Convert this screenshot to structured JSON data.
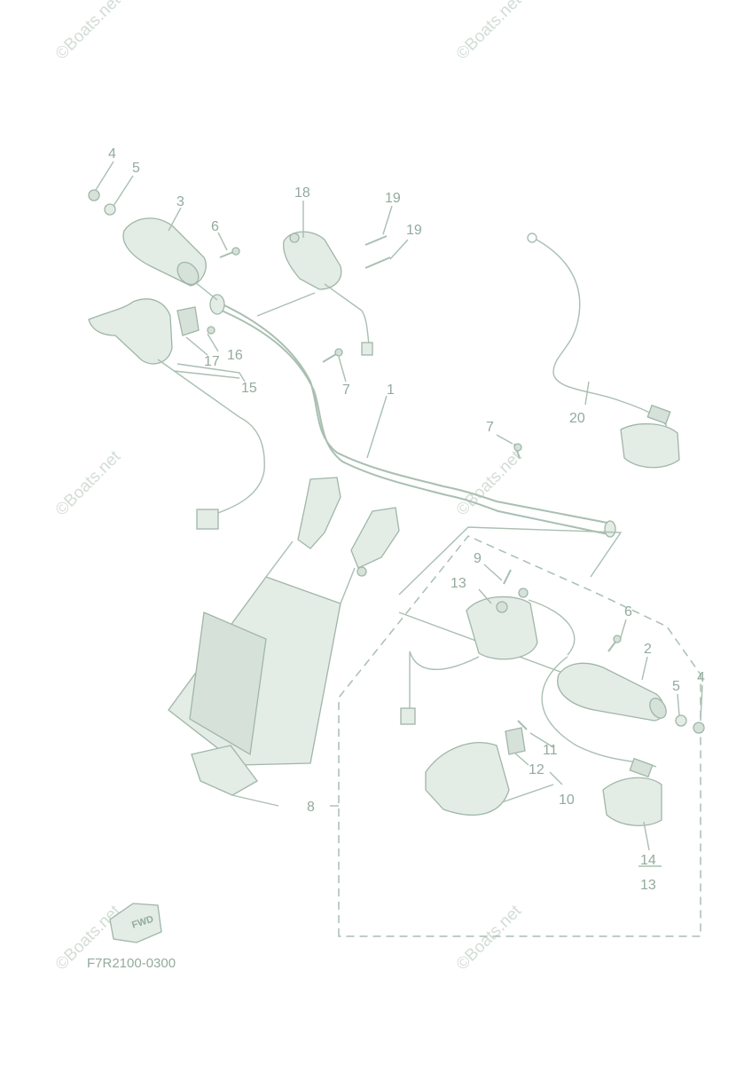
{
  "diagram": {
    "figure_code": "F7R2100-0300",
    "fwd_label": "FWD",
    "watermark": "©Boats.net",
    "callouts": {
      "c1": "1",
      "c2": "2",
      "c3": "3",
      "c4a": "4",
      "c4b": "4",
      "c5a": "5",
      "c5b": "5",
      "c6a": "6",
      "c6b": "6",
      "c7a": "7",
      "c7b": "7",
      "c8": "8",
      "c9": "9",
      "c10": "10",
      "c11": "11",
      "c12": "12",
      "c13a": "13",
      "c13b": "13",
      "c14": "14",
      "c15": "15",
      "c16": "16",
      "c17": "17",
      "c18": "18",
      "c19a": "19",
      "c19b": "19",
      "c20": "20"
    }
  },
  "colors": {
    "line": "#a9bfb1",
    "label": "#93ab9c",
    "watermark": "#d3ddd6"
  }
}
